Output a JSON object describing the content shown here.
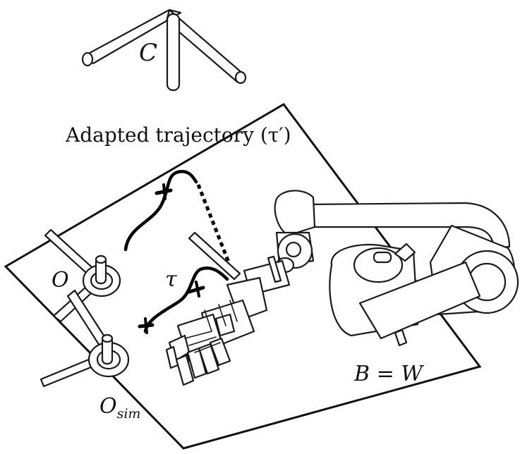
{
  "labels": {
    "frame_c": "C",
    "adapted_trajectory": "Adapted trajectory (τ′)",
    "frame_o": "O",
    "tau": "τ",
    "base_world": "B = W",
    "o_sim_main": "O",
    "o_sim_sub": "sim"
  },
  "icons": [
    "coordinate-frame-icon",
    "robot-arm-icon",
    "robot-hand-icon",
    "object-icon"
  ]
}
